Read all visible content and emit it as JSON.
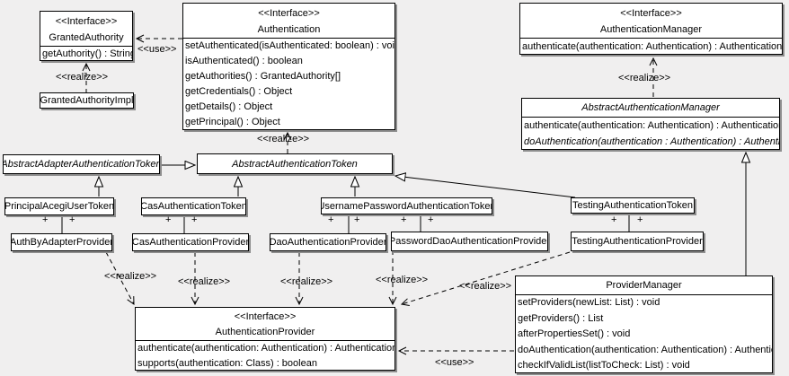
{
  "labels": {
    "use": "<<use>>",
    "realize": "<<realize>>",
    "plus": "+",
    "interface_stereotype": "<<Interface>>"
  },
  "colors": {
    "background": "#f0efef",
    "box_fill": "#ffffff",
    "line": "#000000",
    "shadow": "#8d8d8d"
  },
  "classes": {
    "granted_authority": {
      "stereotype": "<<Interface>>",
      "name": "GrantedAuthority",
      "methods": [
        "getAuthority() : String"
      ]
    },
    "granted_authority_impl": {
      "name": "GrantedAuthorityImpl"
    },
    "authentication": {
      "stereotype": "<<Interface>>",
      "name": "Authentication",
      "methods": [
        "setAuthenticated(isAuthenticated: boolean) : void",
        "isAuthenticated() : boolean",
        "getAuthorities() : GrantedAuthority[]",
        "getCredentials() : Object",
        "getDetails() : Object",
        "getPrincipal() : Object"
      ]
    },
    "authentication_manager": {
      "stereotype": "<<Interface>>",
      "name": "AuthenticationManager",
      "methods": [
        "authenticate(authentication: Authentication) : Authentication"
      ]
    },
    "abstract_authentication_manager": {
      "name": "AbstractAuthenticationManager",
      "methods": [
        "authenticate(authentication: Authentication) : Authentication",
        "doAuthentication(authentication : Authentication) : Authentication"
      ]
    },
    "abstract_adapter_authentication_token": {
      "name": "AbstractAdapterAuthenticationToken"
    },
    "abstract_authentication_token": {
      "name": "AbstractAuthenticationToken"
    },
    "principal_acegi_user_token": {
      "name": "PrincipalAcegiUserToken"
    },
    "cas_authentication_token": {
      "name": "CasAuthenticationToken"
    },
    "username_password_authentication_token": {
      "name": "UsernamePasswordAuthenticationToken"
    },
    "testing_authentication_token": {
      "name": "TestingAuthenticationToken"
    },
    "auth_by_adapter_provider": {
      "name": "AuthByAdapterProvider"
    },
    "cas_authentication_provider": {
      "name": "CasAuthenticationProvider"
    },
    "dao_authentication_provider": {
      "name": "DaoAuthenticationProvider"
    },
    "password_dao_authentication_provider": {
      "name": "PasswordDaoAuthenticationProvider"
    },
    "testing_authentication_provider": {
      "name": "TestingAuthenticationProvider"
    },
    "authentication_provider": {
      "stereotype": "<<Interface>>",
      "name": "AuthenticationProvider",
      "methods": [
        "authenticate(authentication: Authentication) : Authentication",
        "supports(authentication: Class) : boolean"
      ]
    },
    "provider_manager": {
      "name": "ProviderManager",
      "methods": [
        "setProviders(newList: List) : void",
        "getProviders() : List",
        "afterPropertiesSet() : void",
        "doAuthentication(authentication: Authentication) : Authentication",
        "checkIfValidList(listToCheck: List) : void"
      ]
    }
  }
}
